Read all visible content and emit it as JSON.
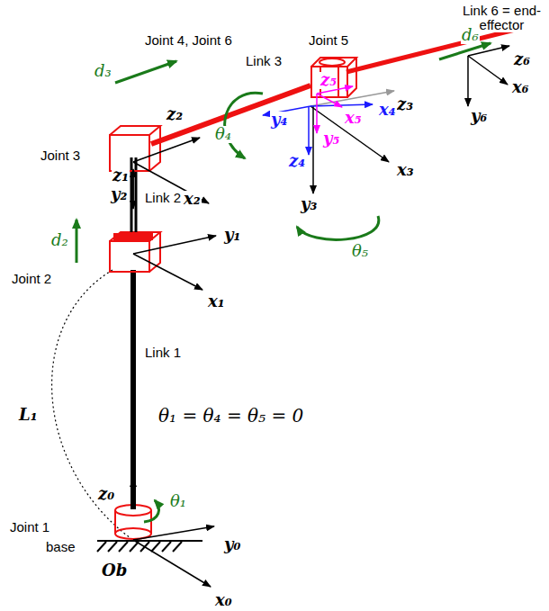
{
  "diagram": {
    "labels": [
      "Link 6 = end-effector",
      "Joint 4, Joint 6",
      "Joint 5",
      "d₆",
      "z₆",
      "x₆",
      "y₆",
      "Link 3",
      "d₃",
      "z₅",
      "z₂",
      "z₃",
      "y₄",
      "x₄",
      "θ₄",
      "x₅",
      "y₅",
      "x₃",
      "z₄",
      "Joint 3",
      "z₁",
      "x₂",
      "Link 2",
      "y₂",
      "y₃",
      "θ₅",
      "d₂",
      "y₁",
      "Joint 2",
      "x₁",
      "Link 1",
      "L₁",
      "θ₁ = θ₄ = θ₅ = 0",
      "z₀",
      "θ₁",
      "Joint 1",
      "base",
      "y₀",
      "Ob",
      "x₀"
    ]
  }
}
